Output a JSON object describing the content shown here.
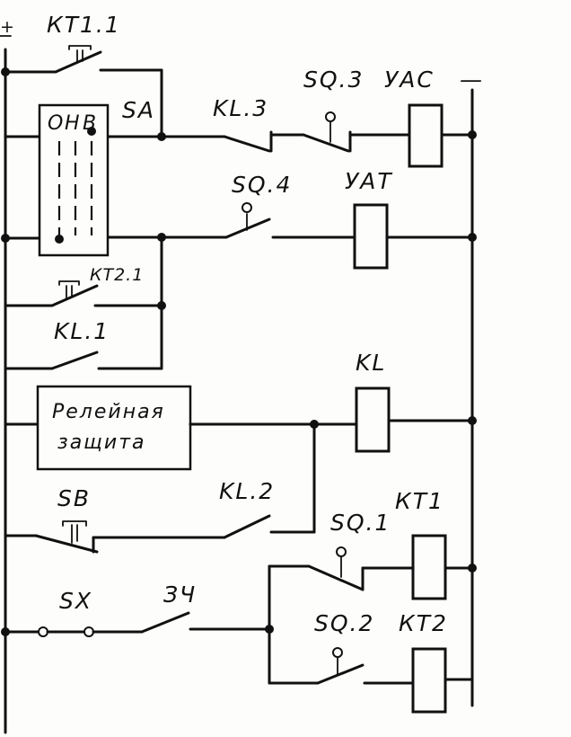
{
  "labels": {
    "kt1_1": "КТ1.1",
    "sa": "SA",
    "sa_o": "О",
    "sa_n": "Н",
    "sa_v": "В",
    "kl_3": "KL.3",
    "sq_3": "SQ.3",
    "yac": "УАС",
    "sq_4": "SQ.4",
    "yat": "УАТ",
    "kt2_1": "КТ2.1",
    "kl_1": "KL.1",
    "kl": "KL",
    "relay_line1": "Релейная",
    "relay_line2": "защита",
    "sb": "SB",
    "kl_2": "KL.2",
    "sq_1": "SQ.1",
    "kt1": "КТ1",
    "sx": "SX",
    "zch": "ЗЧ",
    "sq_2": "SQ.2",
    "kt2": "КТ2",
    "plus": "+",
    "minus": "—"
  }
}
